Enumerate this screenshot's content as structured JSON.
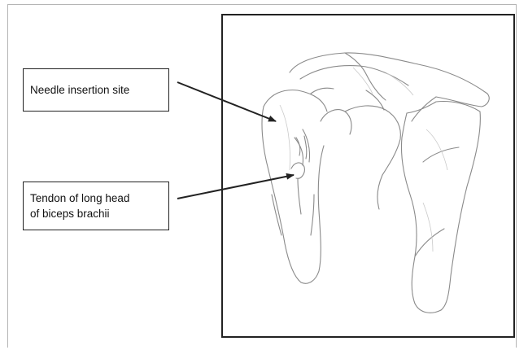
{
  "labels": {
    "needle_insertion": "Needle insertion site",
    "tendon_line1": "Tendon of long head",
    "tendon_line2": "of biceps brachii"
  },
  "colors": {
    "stroke": "#222222",
    "sketch": "#8a8a8a",
    "shade": "#c9c9c9"
  }
}
